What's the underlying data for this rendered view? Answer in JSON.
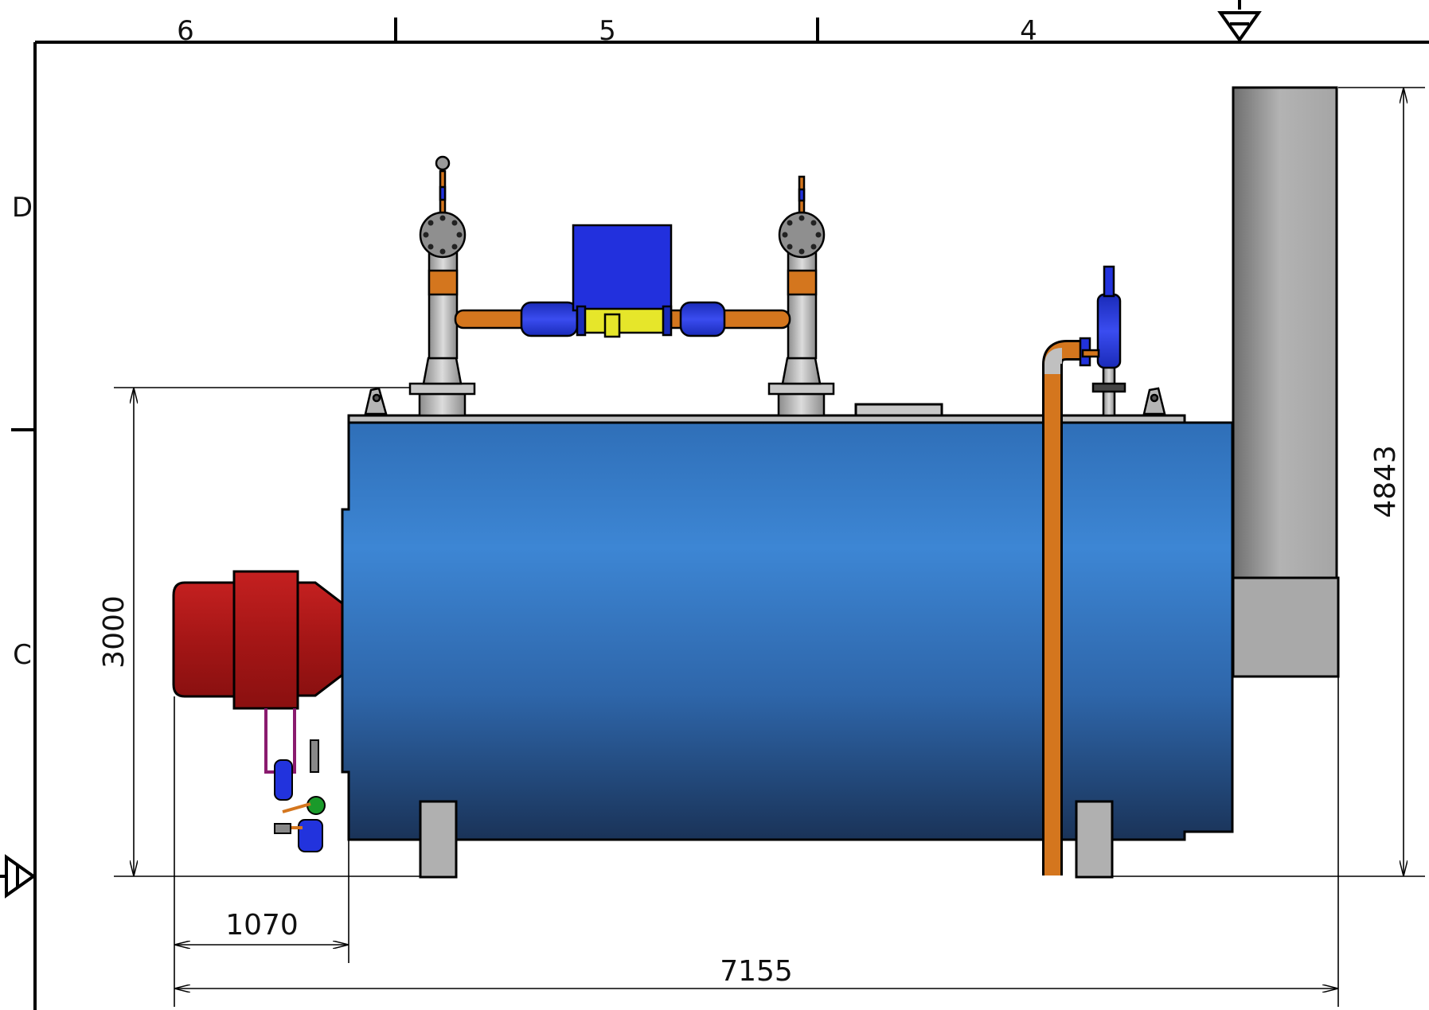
{
  "grid_labels": {
    "columns": [
      "6",
      "5",
      "4"
    ],
    "rows": [
      "D",
      "C"
    ]
  },
  "dimensions": {
    "height_boiler": "3000",
    "height_total": "4843",
    "burner_length": "1070",
    "total_length": "7155"
  },
  "colors": {
    "boiler_shell": "#3a7fc8",
    "burner": "#b01c1c",
    "chimney": "#a9a9a9",
    "valve_body": "#2233dd",
    "pipe_orange": "#d4761e",
    "check_valve": "#e6e62a"
  }
}
